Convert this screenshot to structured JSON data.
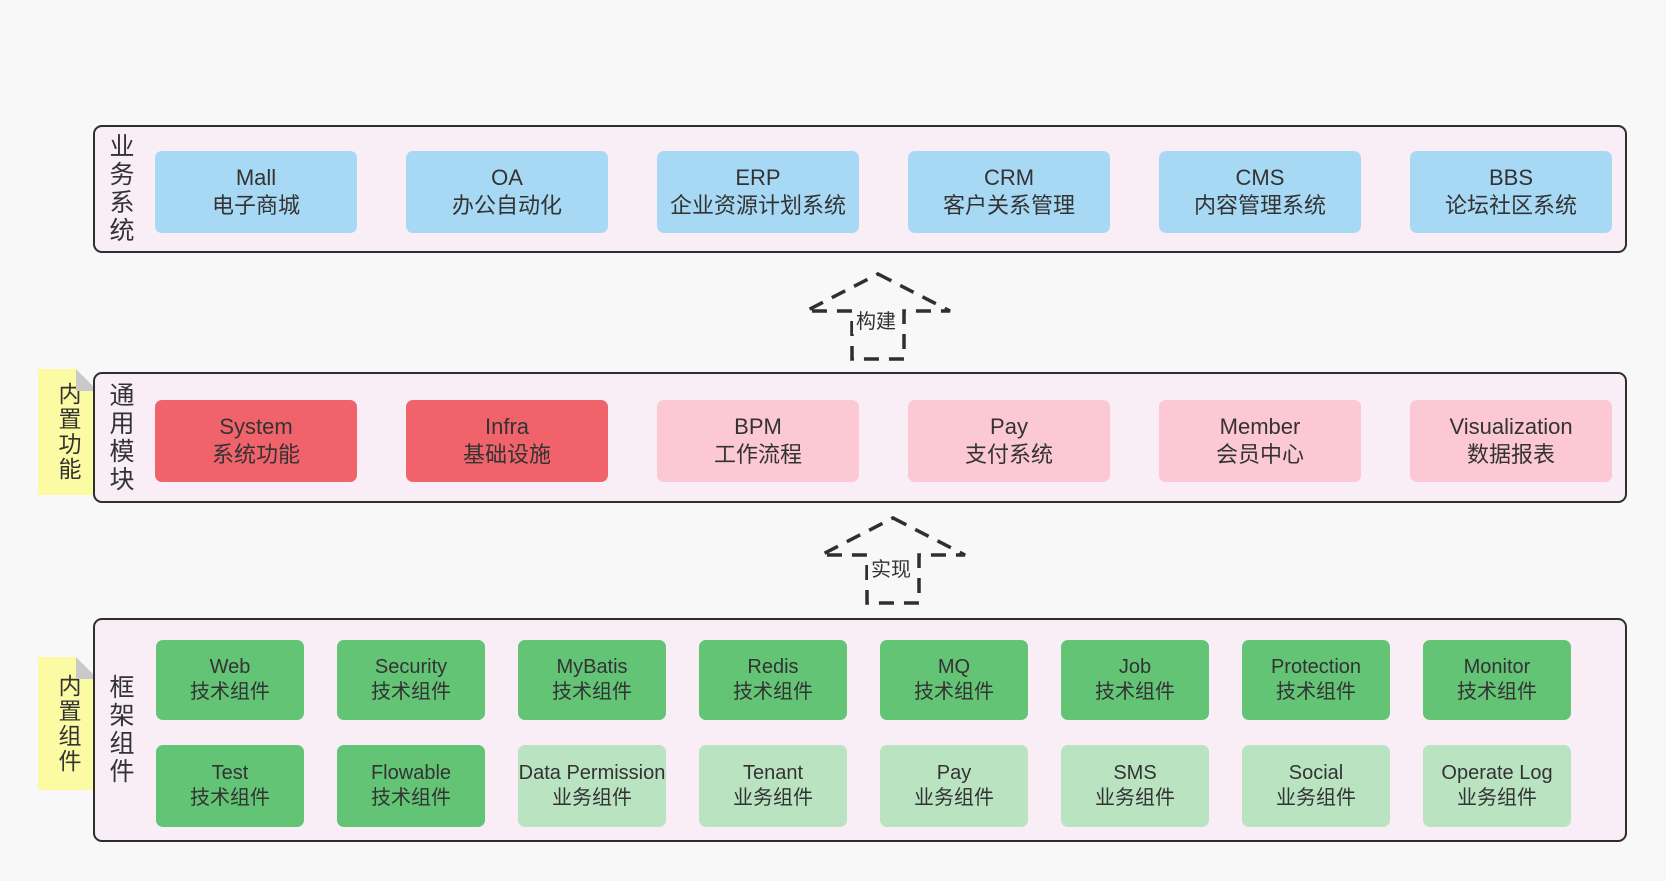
{
  "theme": {
    "bg": "#f8f8f8",
    "panel-bg": "#f9edf6",
    "panel-border": "#2e2e2e",
    "blue": "#a8d9f4",
    "red": "#f1636a",
    "pink": "#fbc8d3",
    "green": "#63c475",
    "lightgreen": "#bae3c2",
    "sticky": "#fbfba3",
    "sticky-fold": "#c9c9ca",
    "text": "#333333"
  },
  "sections": {
    "business": {
      "label": "业务系统",
      "boxes": [
        {
          "title": "Mall",
          "subtitle": "电子商城"
        },
        {
          "title": "OA",
          "subtitle": "办公自动化"
        },
        {
          "title": "ERP",
          "subtitle": "企业资源计划系统"
        },
        {
          "title": "CRM",
          "subtitle": "客户关系管理"
        },
        {
          "title": "CMS",
          "subtitle": "内容管理系统"
        },
        {
          "title": "BBS",
          "subtitle": "论坛社区系统"
        }
      ]
    },
    "common": {
      "label": "通用模块",
      "sticky": "内置功能",
      "boxes": [
        {
          "title": "System",
          "subtitle": "系统功能"
        },
        {
          "title": "Infra",
          "subtitle": "基础设施"
        },
        {
          "title": "BPM",
          "subtitle": "工作流程"
        },
        {
          "title": "Pay",
          "subtitle": "支付系统"
        },
        {
          "title": "Member",
          "subtitle": "会员中心"
        },
        {
          "title": "Visualization",
          "subtitle": "数据报表"
        }
      ]
    },
    "framework": {
      "label": "框架组件",
      "sticky": "内置组件",
      "row1": [
        {
          "title": "Web",
          "subtitle": "技术组件"
        },
        {
          "title": "Security",
          "subtitle": "技术组件"
        },
        {
          "title": "MyBatis",
          "subtitle": "技术组件"
        },
        {
          "title": "Redis",
          "subtitle": "技术组件"
        },
        {
          "title": "MQ",
          "subtitle": "技术组件"
        },
        {
          "title": "Job",
          "subtitle": "技术组件"
        },
        {
          "title": "Protection",
          "subtitle": "技术组件"
        },
        {
          "title": "Monitor",
          "subtitle": "技术组件"
        }
      ],
      "row2": [
        {
          "title": "Test",
          "subtitle": "技术组件"
        },
        {
          "title": "Flowable",
          "subtitle": "技术组件"
        },
        {
          "title": "Data Permission",
          "subtitle": "业务组件"
        },
        {
          "title": "Tenant",
          "subtitle": "业务组件"
        },
        {
          "title": "Pay",
          "subtitle": "业务组件"
        },
        {
          "title": "SMS",
          "subtitle": "业务组件"
        },
        {
          "title": "Social",
          "subtitle": "业务组件"
        },
        {
          "title": "Operate Log",
          "subtitle": "业务组件"
        }
      ]
    }
  },
  "arrows": {
    "build": "构建",
    "implement": "实现"
  }
}
